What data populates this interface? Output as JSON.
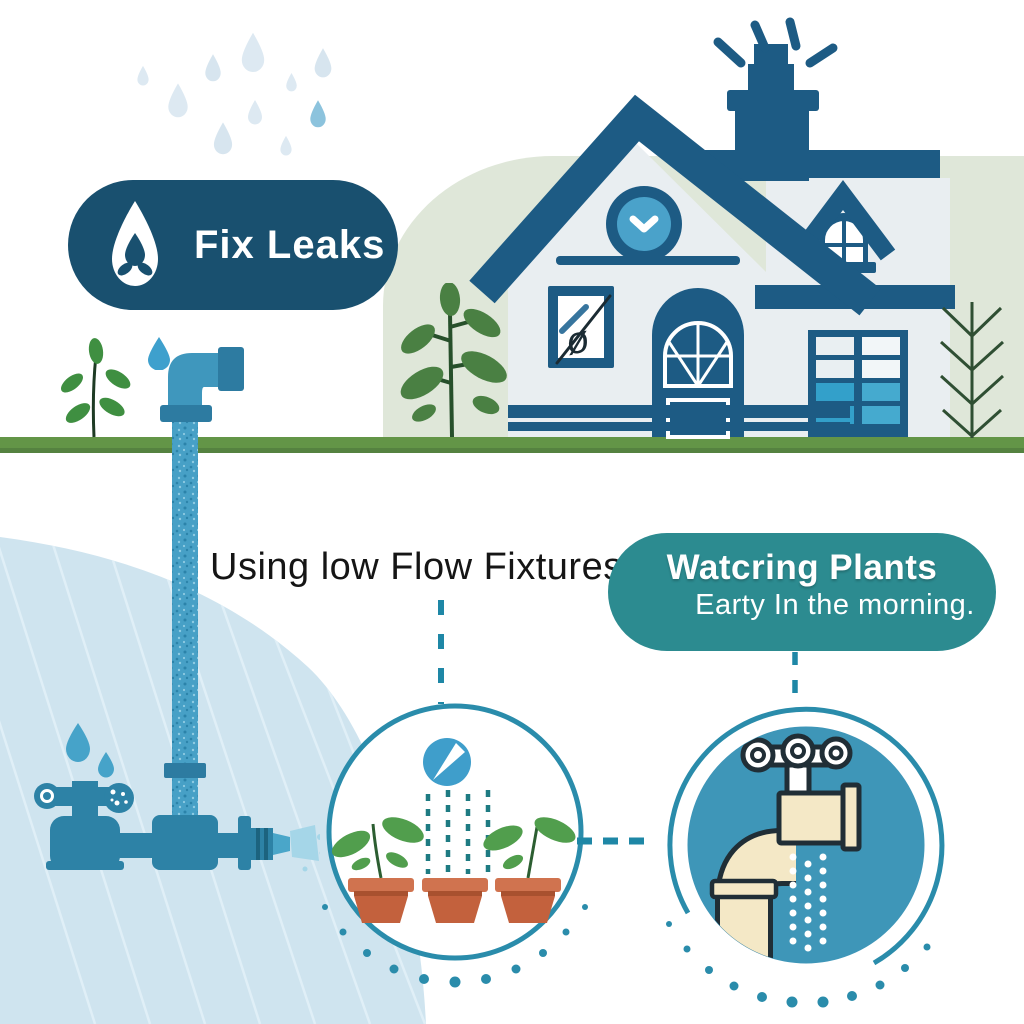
{
  "fix_leaks_badge": {
    "label": "Fix Leaks"
  },
  "low_flow_heading": {
    "text": "Using low Flow Fixtures"
  },
  "watering_badge": {
    "line1": "Watcring Plants",
    "line2": "Earty In the morning."
  },
  "house": {
    "window_glyph": "ø"
  },
  "icons": {
    "water-drop-icon": "white droplet with inner drop and leaf cutouts",
    "rain-drops-icon": "scattered pale falling droplets",
    "checkmark-window-icon": "round attic window with white chevron",
    "spark-lines-icon": "radiating lines above chimney",
    "shower-nozzle-icon": "blue circle with white spray needle",
    "potted-plants-icon": "three terracotta pots, two with seedlings",
    "garden-tap-icon": "cream outdoor tap dripping dotted water",
    "underground-valve-icon": "teal buried pipe valve with spout spray",
    "sprout-icon": "small leafy seedling",
    "pine-tree-icon": "line-drawn fir sapling"
  },
  "colors": {
    "navy": "#1d5b84",
    "pill_navy": "#19506f",
    "teal_badge": "#2c8b90",
    "connector_teal": "#1e87a6",
    "circle_ring": "#2a8cab",
    "circle_fill_teal": "#3e96b8",
    "pipe_blue": "#47a0c6",
    "valve_teal": "#2d82a6",
    "soil_blue": "#cfe4ef",
    "ground_green": "#5f9144",
    "hill_sage": "#dfe7d9",
    "leaf_green": "#4f9d4b",
    "pot_terracotta": "#c8714f",
    "tap_cream": "#f4e8c6",
    "wall_grey": "#e9eef1",
    "accent_blue": "#4aa2ca",
    "text_dark": "#151515"
  }
}
